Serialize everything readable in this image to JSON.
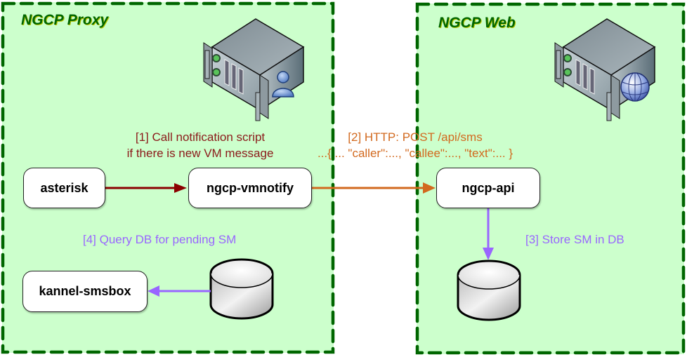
{
  "zones": {
    "proxy": {
      "title": "NGCP Proxy",
      "server_badge": "user-icon"
    },
    "web": {
      "title": "NGCP Web",
      "server_badge": "globe-icon"
    }
  },
  "nodes": {
    "asterisk": "asterisk",
    "vmnotify": "ngcp-vmnotify",
    "api": "ngcp-api",
    "smsbox": "kannel-smsbox"
  },
  "steps": {
    "step1": {
      "line1": "[1] Call notification script",
      "line2": "if there is new VM message",
      "color": "#8b1a1a"
    },
    "step2": {
      "line1": "[2] HTTP: POST /api/sms",
      "line2": "...{ ... \"caller\":..., \"callee\":..., \"text\":... }",
      "color": "#d2691e"
    },
    "step3": {
      "text": "[3] Store SM in DB",
      "color": "#9966ff"
    },
    "step4": {
      "text": "[4] Query DB for pending SM",
      "color": "#9966ff"
    }
  },
  "colors": {
    "zone_fill": "#ccffcc",
    "zone_border": "#006600",
    "arrow_step1": "#8b0000",
    "arrow_step2": "#d2691e",
    "arrow_db": "#9966ff"
  }
}
